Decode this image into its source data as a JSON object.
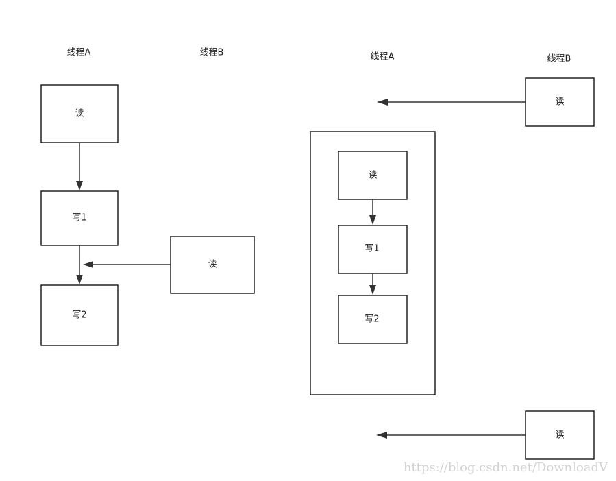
{
  "left_diagram": {
    "thread_a_label": "线程A",
    "thread_b_label": "线程B",
    "read_label": "读",
    "write1_label": "写1",
    "write2_label": "写2",
    "thread_b_read_label": "读"
  },
  "right_diagram": {
    "thread_a_label": "线程A",
    "thread_b_label": "线程B",
    "read_label": "读",
    "write1_label": "写1",
    "write2_label": "写2",
    "thread_b_top_read_label": "读",
    "thread_b_bottom_read_label": "读"
  },
  "watermark": "https://blog.csdn.net/DownloadV"
}
